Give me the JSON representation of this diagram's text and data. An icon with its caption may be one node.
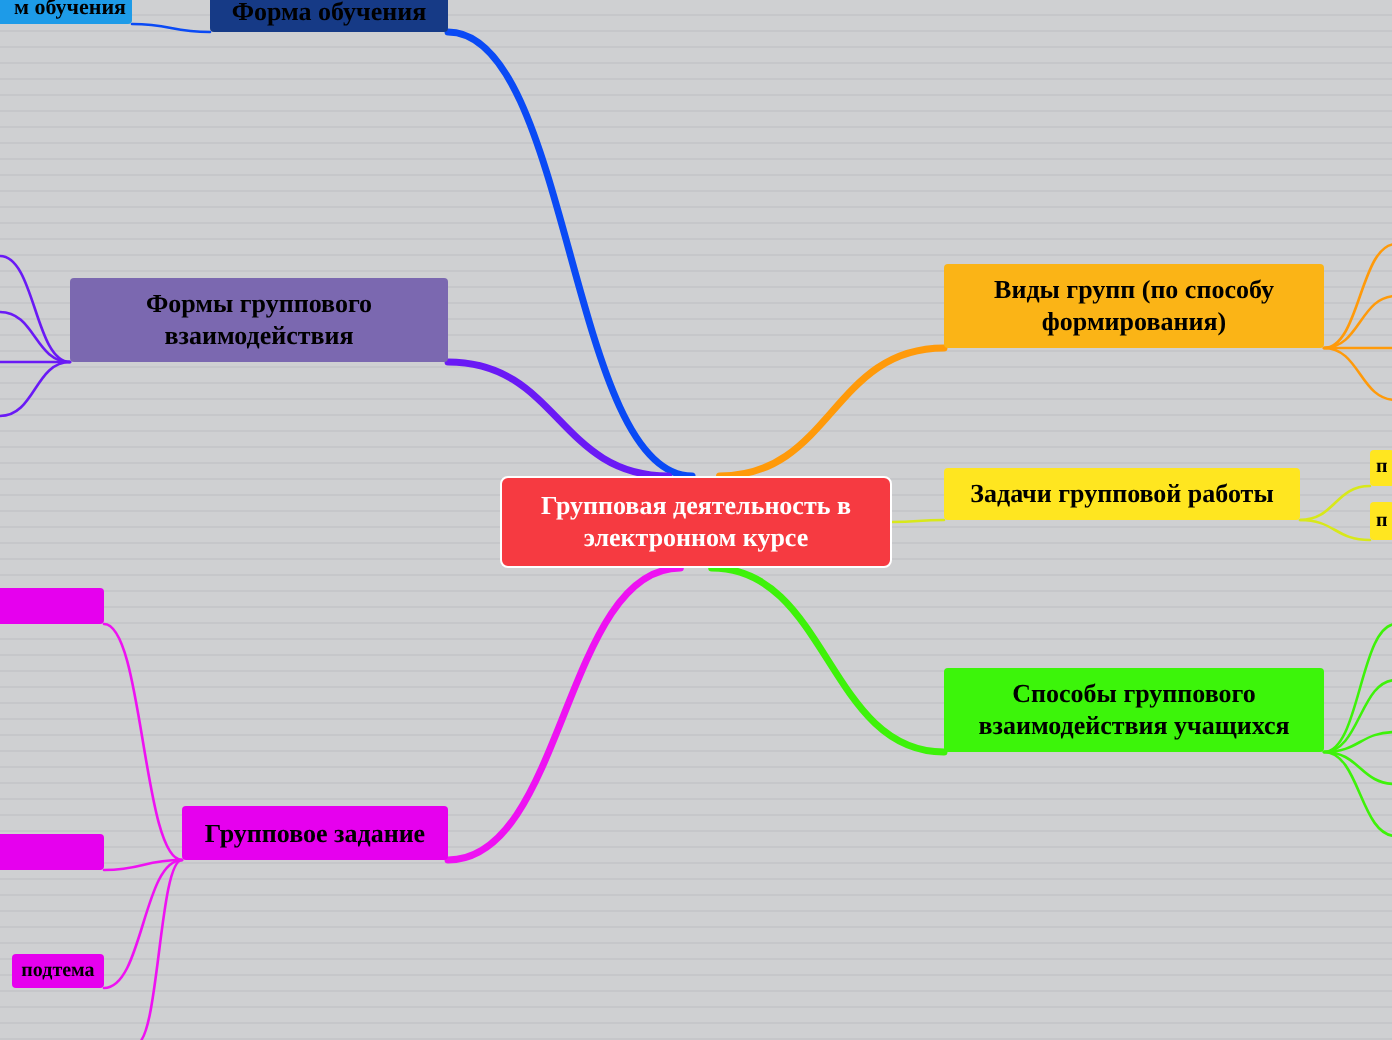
{
  "diagram": {
    "nodes": [
      {
        "text": [
          "Групповая деятельность в электронном курсе"
        ]
      },
      {
        "text": [
          "Форма обучения"
        ]
      },
      {
        "text": [
          "м обучения"
        ]
      },
      {
        "text": [
          "Формы группового взаимодействия"
        ]
      },
      {
        "text": [
          "Групповое задание"
        ]
      },
      {
        "text": [],
        "shape": "box"
      },
      {
        "text": [],
        "shape": "box"
      },
      {
        "text": [
          "подтема"
        ]
      },
      {
        "text": [
          "Виды групп (по способу формирования)"
        ]
      },
      {
        "text": [
          "Задачи групповой работы"
        ]
      },
      {
        "text": [
          "п"
        ]
      },
      {
        "text": [
          "п"
        ]
      },
      {
        "text": [
          "Способы группового взаимодействия учащихся"
        ]
      }
    ],
    "edges": [
      {
        "from": 0,
        "to": 1,
        "arrow": "none",
        "style": "thick",
        "color": "#0a4af5"
      },
      {
        "from": 1,
        "to": 2,
        "arrow": "none",
        "color": "#0a4af5"
      },
      {
        "from": 0,
        "to": 3,
        "arrow": "none",
        "style": "thick",
        "color": "#6a1af5"
      },
      {
        "from": 0,
        "to": 4,
        "arrow": "none",
        "style": "thick",
        "color": "#ee12f2"
      },
      {
        "from": 0,
        "to": 8,
        "arrow": "none",
        "style": "thick",
        "color": "#ff9a0a"
      },
      {
        "from": 0,
        "to": 9,
        "arrow": "none",
        "color": "#d8e81a"
      },
      {
        "from": 0,
        "to": 12,
        "arrow": "none",
        "style": "thick",
        "color": "#3ef20a"
      },
      {
        "from": 3,
        "to": null,
        "arrow": "none",
        "color": "#6a1af5"
      },
      {
        "from": 3,
        "to": null,
        "arrow": "none",
        "color": "#6a1af5"
      },
      {
        "from": 3,
        "to": null,
        "arrow": "none",
        "color": "#6a1af5"
      },
      {
        "from": 3,
        "to": null,
        "arrow": "none",
        "color": "#6a1af5"
      },
      {
        "from": 4,
        "to": 5,
        "arrow": "none",
        "color": "#ee12f2"
      },
      {
        "from": 4,
        "to": 6,
        "arrow": "none",
        "color": "#ee12f2"
      },
      {
        "from": 4,
        "to": 7,
        "arrow": "none",
        "color": "#ee12f2"
      },
      {
        "from": 4,
        "to": null,
        "arrow": "none",
        "color": "#ee12f2"
      },
      {
        "from": 8,
        "to": null,
        "arrow": "none",
        "color": "#ff9a0a"
      },
      {
        "from": 8,
        "to": null,
        "arrow": "none",
        "color": "#ff9a0a"
      },
      {
        "from": 8,
        "to": null,
        "arrow": "none",
        "color": "#ff9a0a"
      },
      {
        "from": 8,
        "to": null,
        "arrow": "none",
        "color": "#ff9a0a"
      },
      {
        "from": 9,
        "to": 10,
        "arrow": "none",
        "color": "#d8e81a"
      },
      {
        "from": 9,
        "to": 11,
        "arrow": "none",
        "color": "#d8e81a"
      },
      {
        "from": 12,
        "to": null,
        "arrow": "none",
        "color": "#3ef20a"
      },
      {
        "from": 12,
        "to": null,
        "arrow": "none",
        "color": "#3ef20a"
      },
      {
        "from": 12,
        "to": null,
        "arrow": "none",
        "color": "#3ef20a"
      },
      {
        "from": 12,
        "to": null,
        "arrow": "none",
        "color": "#3ef20a"
      },
      {
        "from": 12,
        "to": null,
        "arrow": "none",
        "color": "#3ef20a"
      }
    ]
  }
}
